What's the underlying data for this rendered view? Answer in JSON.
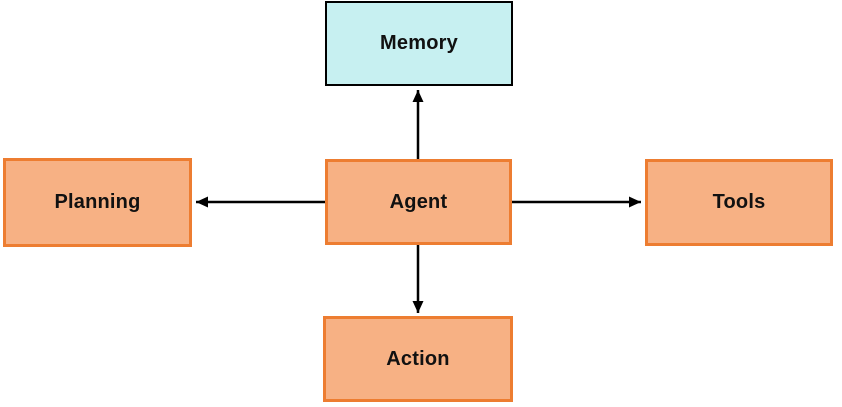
{
  "diagram": {
    "type": "block-diagram",
    "nodes": {
      "memory": {
        "label": "Memory",
        "fill": "#C7F0F1",
        "border": "#000000"
      },
      "planning": {
        "label": "Planning",
        "fill": "#F7B184",
        "border": "#ED7D31"
      },
      "agent": {
        "label": "Agent",
        "fill": "#F7B184",
        "border": "#ED7D31"
      },
      "tools": {
        "label": "Tools",
        "fill": "#F7B184",
        "border": "#ED7D31"
      },
      "action": {
        "label": "Action",
        "fill": "#F7B184",
        "border": "#ED7D31"
      }
    },
    "edges": [
      {
        "from": "agent",
        "to": "memory"
      },
      {
        "from": "agent",
        "to": "planning"
      },
      {
        "from": "agent",
        "to": "tools"
      },
      {
        "from": "agent",
        "to": "action"
      }
    ],
    "colors": {
      "arrow": "#000000",
      "background": "#FFFFFF",
      "text": "#111111"
    }
  }
}
